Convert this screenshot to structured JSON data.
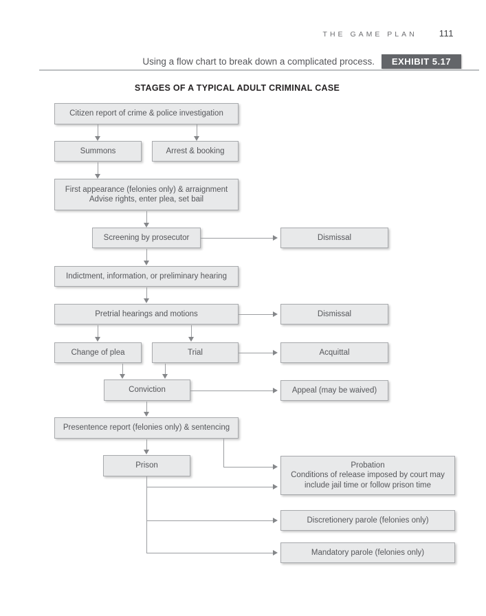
{
  "page": {
    "running_head": "THE GAME PLAN",
    "page_number": "111",
    "caption": "Using a flow chart to break down a complicated process.",
    "exhibit_label": "EXHIBIT 5.17",
    "title": "STAGES OF A TYPICAL ADULT CRIMINAL CASE"
  },
  "colors": {
    "box_fill": "#e8e9ea",
    "box_border": "#a7a9ac",
    "box_text": "#55565a",
    "arrow": "#9b9da0",
    "badge_bg": "#636569",
    "badge_text": "#ffffff",
    "rule": "#bcbec0"
  },
  "flowchart": {
    "nodes": {
      "citizen_report": {
        "label": "Citizen report of crime & police investigation"
      },
      "summons": {
        "label": "Summons"
      },
      "arrest_booking": {
        "label": "Arrest & booking"
      },
      "first_appearance": {
        "label": "First appearance (felonies only) & arraignment\nAdvise rights, enter plea, set bail"
      },
      "screening": {
        "label": "Screening by prosecutor"
      },
      "dismissal_1": {
        "label": "Dismissal"
      },
      "indictment": {
        "label": "Indictment, information, or preliminary hearing"
      },
      "pretrial": {
        "label": "Pretrial hearings and motions"
      },
      "dismissal_2": {
        "label": "Dismissal"
      },
      "change_of_plea": {
        "label": "Change of plea"
      },
      "trial": {
        "label": "Trial"
      },
      "acquittal": {
        "label": "Acquittal"
      },
      "conviction": {
        "label": "Conviction"
      },
      "appeal": {
        "label": "Appeal (may be waived)"
      },
      "presentence": {
        "label": "Presentence report (felonies only) & sentencing"
      },
      "prison": {
        "label": "Prison"
      },
      "probation": {
        "label": "Probation\nConditions of release imposed by court may\ninclude jail time or follow prison time"
      },
      "discretionary_parole": {
        "label": "Discretionery parole (felonies only)"
      },
      "mandatory_parole": {
        "label": "Mandatory parole (felonies only)"
      }
    },
    "edges": [
      {
        "from": "citizen_report",
        "to": "summons"
      },
      {
        "from": "citizen_report",
        "to": "arrest_booking"
      },
      {
        "from": "summons",
        "to": "first_appearance"
      },
      {
        "from": "first_appearance",
        "to": "screening"
      },
      {
        "from": "screening",
        "to": "dismissal_1"
      },
      {
        "from": "screening",
        "to": "indictment"
      },
      {
        "from": "indictment",
        "to": "pretrial"
      },
      {
        "from": "pretrial",
        "to": "dismissal_2"
      },
      {
        "from": "pretrial",
        "to": "change_of_plea"
      },
      {
        "from": "pretrial",
        "to": "trial"
      },
      {
        "from": "trial",
        "to": "acquittal"
      },
      {
        "from": "change_of_plea",
        "to": "conviction"
      },
      {
        "from": "trial",
        "to": "conviction"
      },
      {
        "from": "conviction",
        "to": "appeal"
      },
      {
        "from": "conviction",
        "to": "presentence"
      },
      {
        "from": "presentence",
        "to": "prison"
      },
      {
        "from": "presentence",
        "to": "probation"
      },
      {
        "from": "prison",
        "to": "probation"
      },
      {
        "from": "prison",
        "to": "discretionary_parole"
      },
      {
        "from": "prison",
        "to": "mandatory_parole"
      }
    ]
  }
}
